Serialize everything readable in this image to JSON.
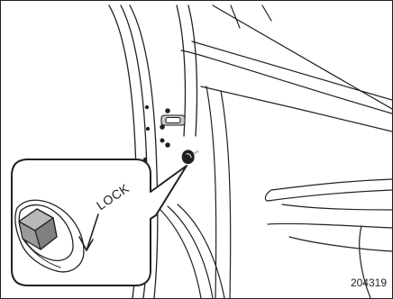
{
  "figure": {
    "callout_label": "LOCK",
    "tiny_label": "LOCK",
    "figure_id": "204319"
  }
}
